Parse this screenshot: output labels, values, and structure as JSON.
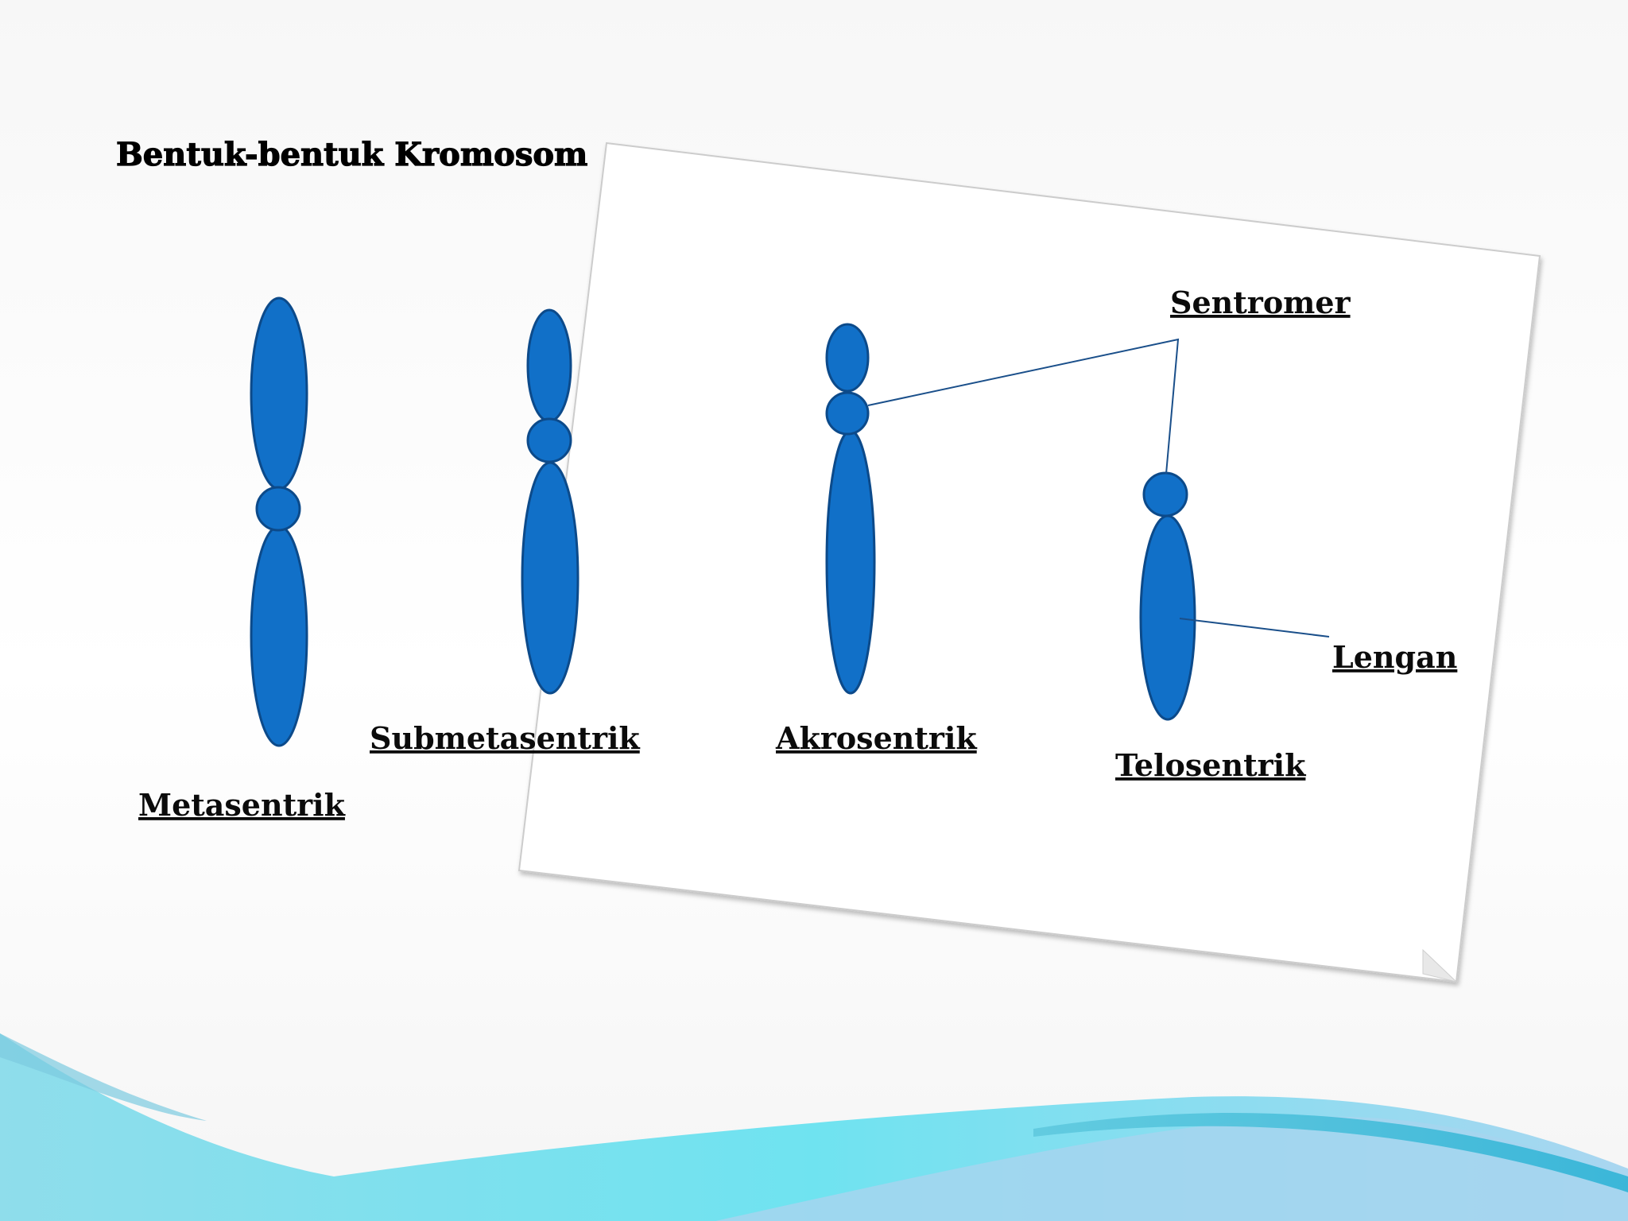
{
  "slide": {
    "title": "Bentuk-bentuk Kromosom"
  },
  "chromosomes": [
    {
      "label": "Metasentrik"
    },
    {
      "label": "Submetasentrik"
    },
    {
      "label": "Akrosentrik"
    },
    {
      "label": "Telosentrik"
    }
  ],
  "annotations": {
    "centromere": "Sentromer",
    "arm": "Lengan"
  },
  "colors": {
    "chromosome_fill": "#1170C8",
    "chromosome_stroke": "#0C4A8A",
    "wave_light": "#7FE6F2",
    "wave_dark": "#4CC7E0",
    "wave_pale": "#A9D7F0"
  }
}
